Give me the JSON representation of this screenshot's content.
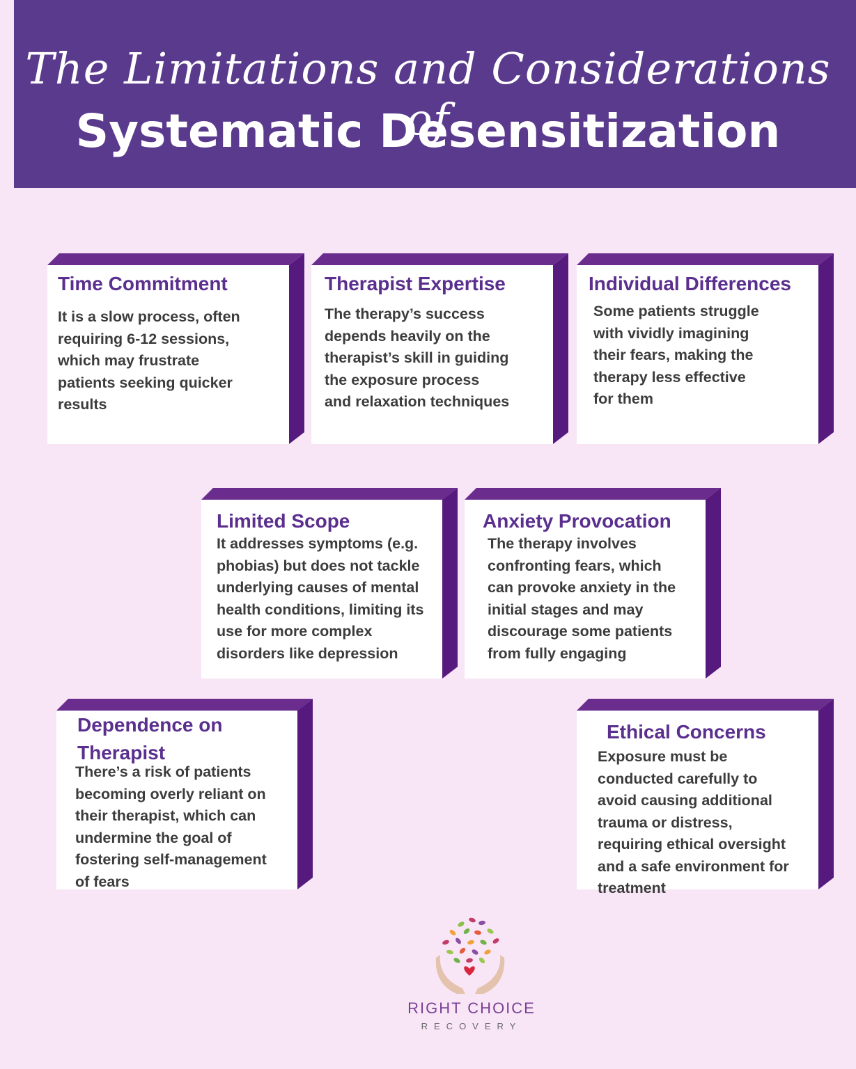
{
  "header": {
    "title_line1": "The Limitations and Considerations of",
    "title_line2": "Systematic Desensitization"
  },
  "cards": [
    {
      "title": "Time Commitment",
      "body": "It is a slow process, often\nrequiring 6-12 sessions,\nwhich may frustrate\npatients seeking quicker\nresults"
    },
    {
      "title": "Therapist Expertise",
      "body": "The therapy’s success\ndepends heavily on the\ntherapist’s skill in guiding\nthe exposure process\nand relaxation techniques"
    },
    {
      "title": "Individual Differences",
      "body": " Some patients struggle\nwith vividly imagining\ntheir fears, making the\ntherapy less effective\nfor them"
    },
    {
      "title": "Limited Scope",
      "body": " It addresses symptoms (e.g.\nphobias) but does not tackle\nunderlying causes of mental\nhealth conditions, limiting its\nuse for more complex\ndisorders like depression"
    },
    {
      "title": "Anxiety Provocation",
      "body": "The therapy involves\nconfronting fears, which\ncan provoke anxiety in the\ninitial stages and may\ndiscourage some patients\nfrom fully engaging"
    },
    {
      "title": "Dependence on\nTherapist",
      "body": "There’s a risk of patients\nbecoming overly reliant on\ntheir therapist, which can\nundermine the goal of\nfostering self-management\nof fears"
    },
    {
      "title": "Ethical Concerns",
      "body": "Exposure must be\nconducted carefully to\navoid causing additional\ntrauma or distress,\nrequiring ethical oversight\nand a safe environment for\ntreatment"
    }
  ],
  "brand": {
    "name": "RIGHT CHOICE",
    "sub": "RECOVERY"
  },
  "colors": {
    "header_bg": "#5a3a8c",
    "page_bg": "#f8e6f6",
    "card_title": "#5a2f8e",
    "card_edge": "#561a7e"
  }
}
